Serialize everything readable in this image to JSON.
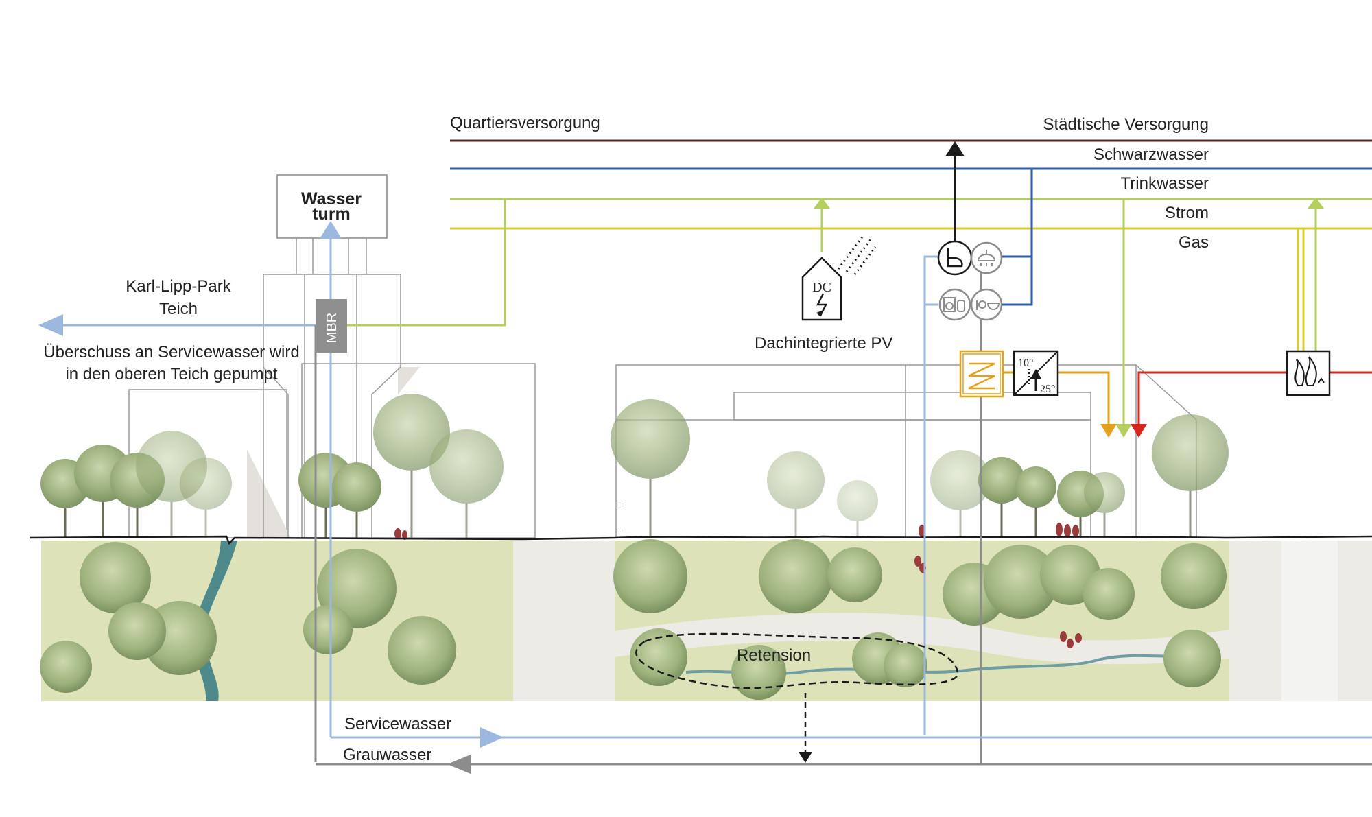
{
  "supply": {
    "quartier": "Quartiersversorgung",
    "staedtisch": "Städtische Versorgung",
    "lines": {
      "schwarzwasser": "Schwarzwasser",
      "trinkwasser": "Trinkwasser",
      "strom": "Strom",
      "gas": "Gas"
    }
  },
  "tower": {
    "line1": "Wasser",
    "line2": "turm"
  },
  "mbr": "MBR",
  "pond": {
    "line1": "Karl-Lipp-Park",
    "line2": "Teich"
  },
  "surplus": {
    "line1": "Überschuss an Servicewasser wird",
    "line2": "in den oberen Teich gepumpt"
  },
  "pv": {
    "caption": "Dachintegrierte PV",
    "badge": "DC"
  },
  "heatpump": {
    "top": "10°",
    "bottom": "25°"
  },
  "retention": "Retension",
  "bottom_lines": {
    "service": "Servicewasser",
    "grey": "Grauwasser"
  },
  "colors": {
    "quartier": "#5a2a22",
    "schwarzwasser": "#2f5da8",
    "trinkwasser": "#b5cf5e",
    "strom": "#d8cf2a",
    "servicewasser": "#9cb8de",
    "grauwasser": "#8c8c8c",
    "gas_red": "#d8261c",
    "heat_orange": "#e3a21a",
    "meadow": "#dde2b8",
    "stream": "#4e8a8c",
    "path": "#e9e8e3"
  }
}
